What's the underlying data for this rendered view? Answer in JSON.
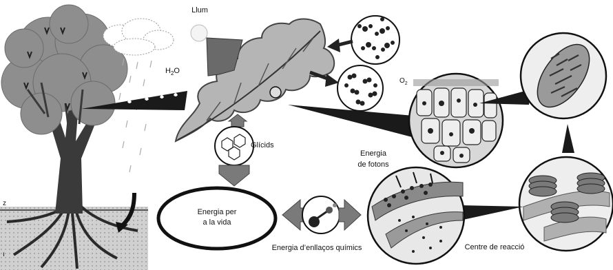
{
  "labels": {
    "light": "Llum",
    "water": "H",
    "water_sub": "2",
    "water_tail": "O",
    "oxygen": "O",
    "oxygen_sub": "2",
    "carbohydrates": "Glícids",
    "photon_energy_line1": "Energia",
    "photon_energy_line2": "de fotons",
    "life_energy_line1": "Energia per",
    "life_energy_line2": "a la vida",
    "chemical_bond_energy": "Energia d’enllaços químics",
    "reaction_centre": "Centre de reacció",
    "edge_mark_1": "z",
    "edge_mark_2": "ı"
  },
  "colors": {
    "ink": "#111111",
    "foliage": "#8e8e8e",
    "foliage_dark": "#5a5a5a",
    "trunk": "#3a3a3a",
    "leaf": "#b5b5b5",
    "arrow": "#6a6a6a",
    "soil": "#7a7a7a"
  },
  "icons": [
    "sun-icon",
    "cloud-icon",
    "rain-icon",
    "tree-icon",
    "leaf-icon",
    "co2-molecules-icon",
    "o2-molecules-icon",
    "glucose-molecule-icon",
    "atp-molecule-icon",
    "leaf-cells-icon",
    "chloroplast-icon",
    "thylakoid-stack-icon",
    "membrane-icon"
  ]
}
